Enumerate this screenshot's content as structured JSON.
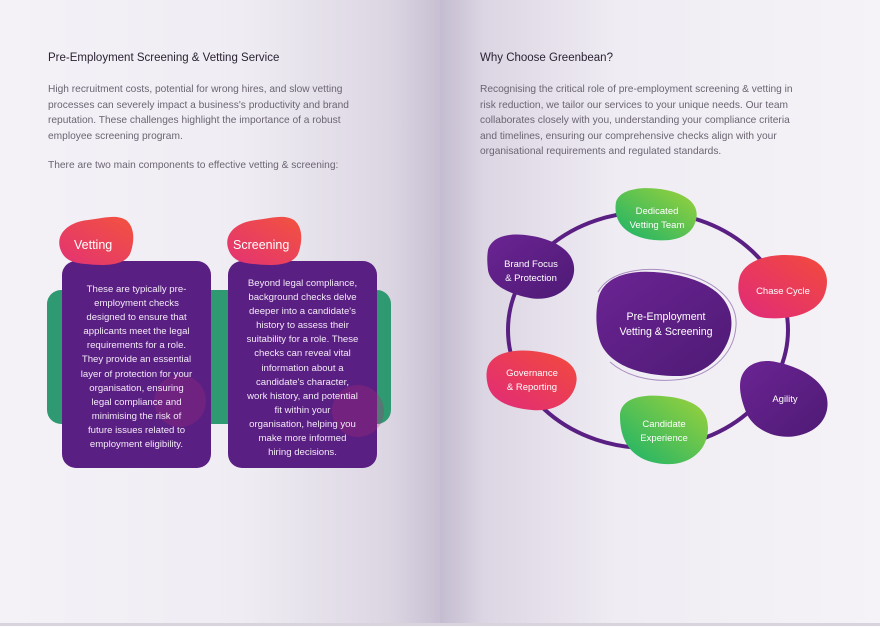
{
  "left_page": {
    "heading": "Pre-Employment Screening & Vetting Service",
    "intro_lines": [
      "High recruitment costs, potential for wrong hires, and slow vetting",
      "processes can severely impact a business's productivity and brand",
      "reputation. These challenges highlight the importance of a robust",
      "employee screening program."
    ],
    "components_line": "There are two main components to effective vetting & screening:",
    "vetting": {
      "title": "Vetting",
      "lines": [
        "These are typically pre-",
        "employment checks",
        "designed to ensure that",
        "applicants meet the legal",
        "requirements for a role.",
        "They provide an essential",
        "layer of protection for your",
        "organisation, ensuring",
        "legal compliance and",
        "minimising the risk of",
        "future issues related to",
        "employment eligibility."
      ]
    },
    "screening": {
      "title": "Screening",
      "lines": [
        "Beyond legal compliance,",
        "background checks delve",
        "deeper into a candidate's",
        "history to assess their",
        "suitability for a role. These",
        "checks can reveal vital",
        "information about a",
        "candidate's character,",
        "work history, and potential",
        "fit within your",
        "organisation, helping you",
        "make more informed",
        "hiring decisions."
      ]
    }
  },
  "right_page": {
    "heading": "Why Choose Greenbean?",
    "intro_lines": [
      "Recognising the critical role of pre-employment screening & vetting in",
      "risk reduction, we tailor our services to your unique needs. Our team",
      "collaborates closely with you, understanding your compliance criteria",
      "and timelines, ensuring our comprehensive checks align with your",
      "organisational requirements and regulated standards."
    ],
    "diagram": {
      "center": [
        "Pre-Employment",
        "Vetting & Screening"
      ],
      "nodes": {
        "dedicated_team": [
          "Dedicated",
          "Vetting Team"
        ],
        "chase_cycle": [
          "Chase Cycle"
        ],
        "agility": [
          "Agility"
        ],
        "candidate_experience": [
          "Candidate",
          "Experience"
        ],
        "governance": [
          "Governance",
          "& Reporting"
        ],
        "brand_focus": [
          "Brand Focus",
          "& Protection"
        ]
      }
    }
  },
  "colors": {
    "purple": "#5a1f82",
    "green": "#2f9a72",
    "pink": "#e8316e",
    "lime": "#7ac943",
    "heading": "#2b2234",
    "body_text": "#6b6472"
  }
}
